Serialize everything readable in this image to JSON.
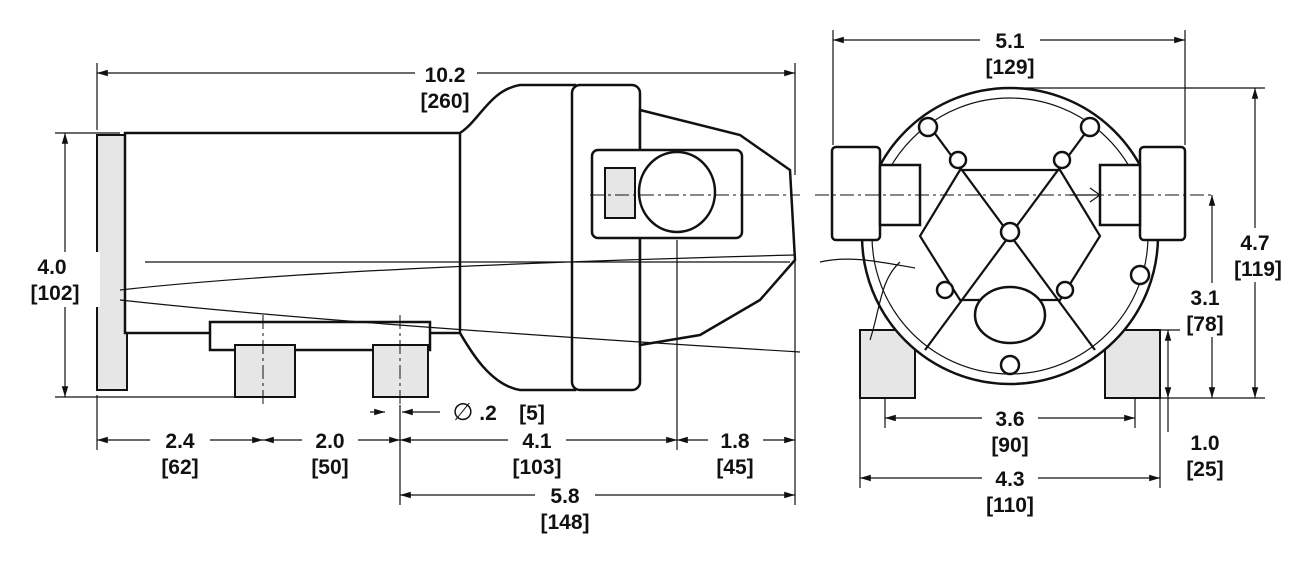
{
  "side_view": {
    "overall_length": {
      "in": "10.2",
      "mm": "[260]"
    },
    "height": {
      "in": "4.0",
      "mm": "[102]"
    },
    "hole_diameter": {
      "symbol": "∅",
      "in": ".2",
      "mm": "[5]"
    },
    "motor_end_to_foot": {
      "in": "2.4",
      "mm": "[62]"
    },
    "foot_spacing": {
      "in": "2.0",
      "mm": "[50]"
    },
    "foot_to_port": {
      "in": "4.1",
      "mm": "[103]"
    },
    "port_to_end": {
      "in": "1.8",
      "mm": "[45]"
    },
    "foot_to_end": {
      "in": "5.8",
      "mm": "[148]"
    }
  },
  "front_view": {
    "overall_width": {
      "in": "5.1",
      "mm": "[129]"
    },
    "overall_height": {
      "in": "4.7",
      "mm": "[119]"
    },
    "port_height": {
      "in": "3.1",
      "mm": "[78]"
    },
    "foot_height": {
      "in": "1.0",
      "mm": "[25]"
    },
    "foot_inner_spacing": {
      "in": "3.6",
      "mm": "[90]"
    },
    "foot_outer_width": {
      "in": "4.3",
      "mm": "[110]"
    }
  }
}
